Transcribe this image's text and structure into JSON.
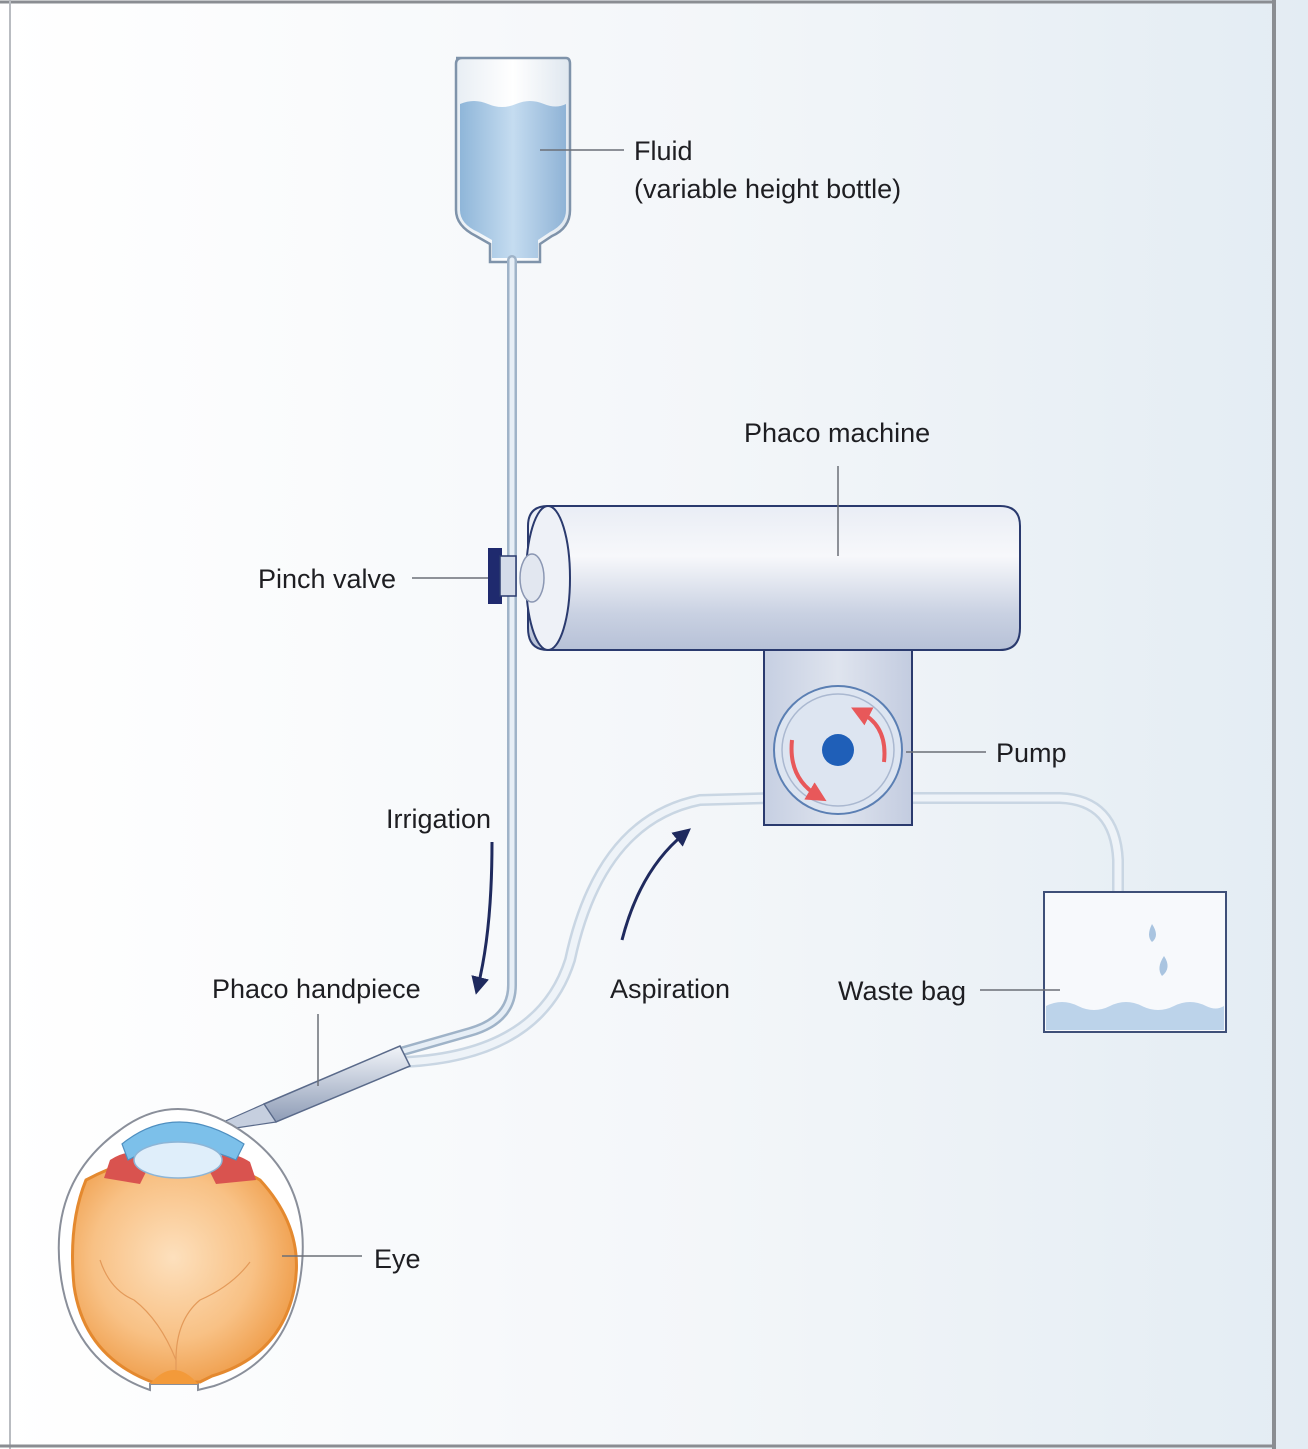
{
  "labels": {
    "fluid": "Fluid",
    "fluid_sub": "(variable height bottle)",
    "phaco_machine": "Phaco machine",
    "pinch_valve": "Pinch valve",
    "pump": "Pump",
    "irrigation": "Irrigation",
    "aspiration": "Aspiration",
    "phaco_handpiece": "Phaco handpiece",
    "waste_bag": "Waste bag",
    "eye": "Eye"
  },
  "colors": {
    "panel_background": "#eef3f7",
    "frame": "#8a8d92",
    "fluid_blue": "#a9c9e6",
    "tube": "#d9e4ee",
    "tube_edge": "#9fb3c8",
    "machine_body": "#d4dbe9",
    "machine_outline": "#2a3a6e",
    "pinch_valve": "#1f2a6e",
    "pump_hub": "#1f5fb8",
    "pump_arrow": "#e8585a",
    "flow_arrow": "#1f2a5e",
    "eye_orange": "#f3a85c",
    "eye_red": "#d9534f",
    "cornea_blue": "#7cc0ea"
  }
}
